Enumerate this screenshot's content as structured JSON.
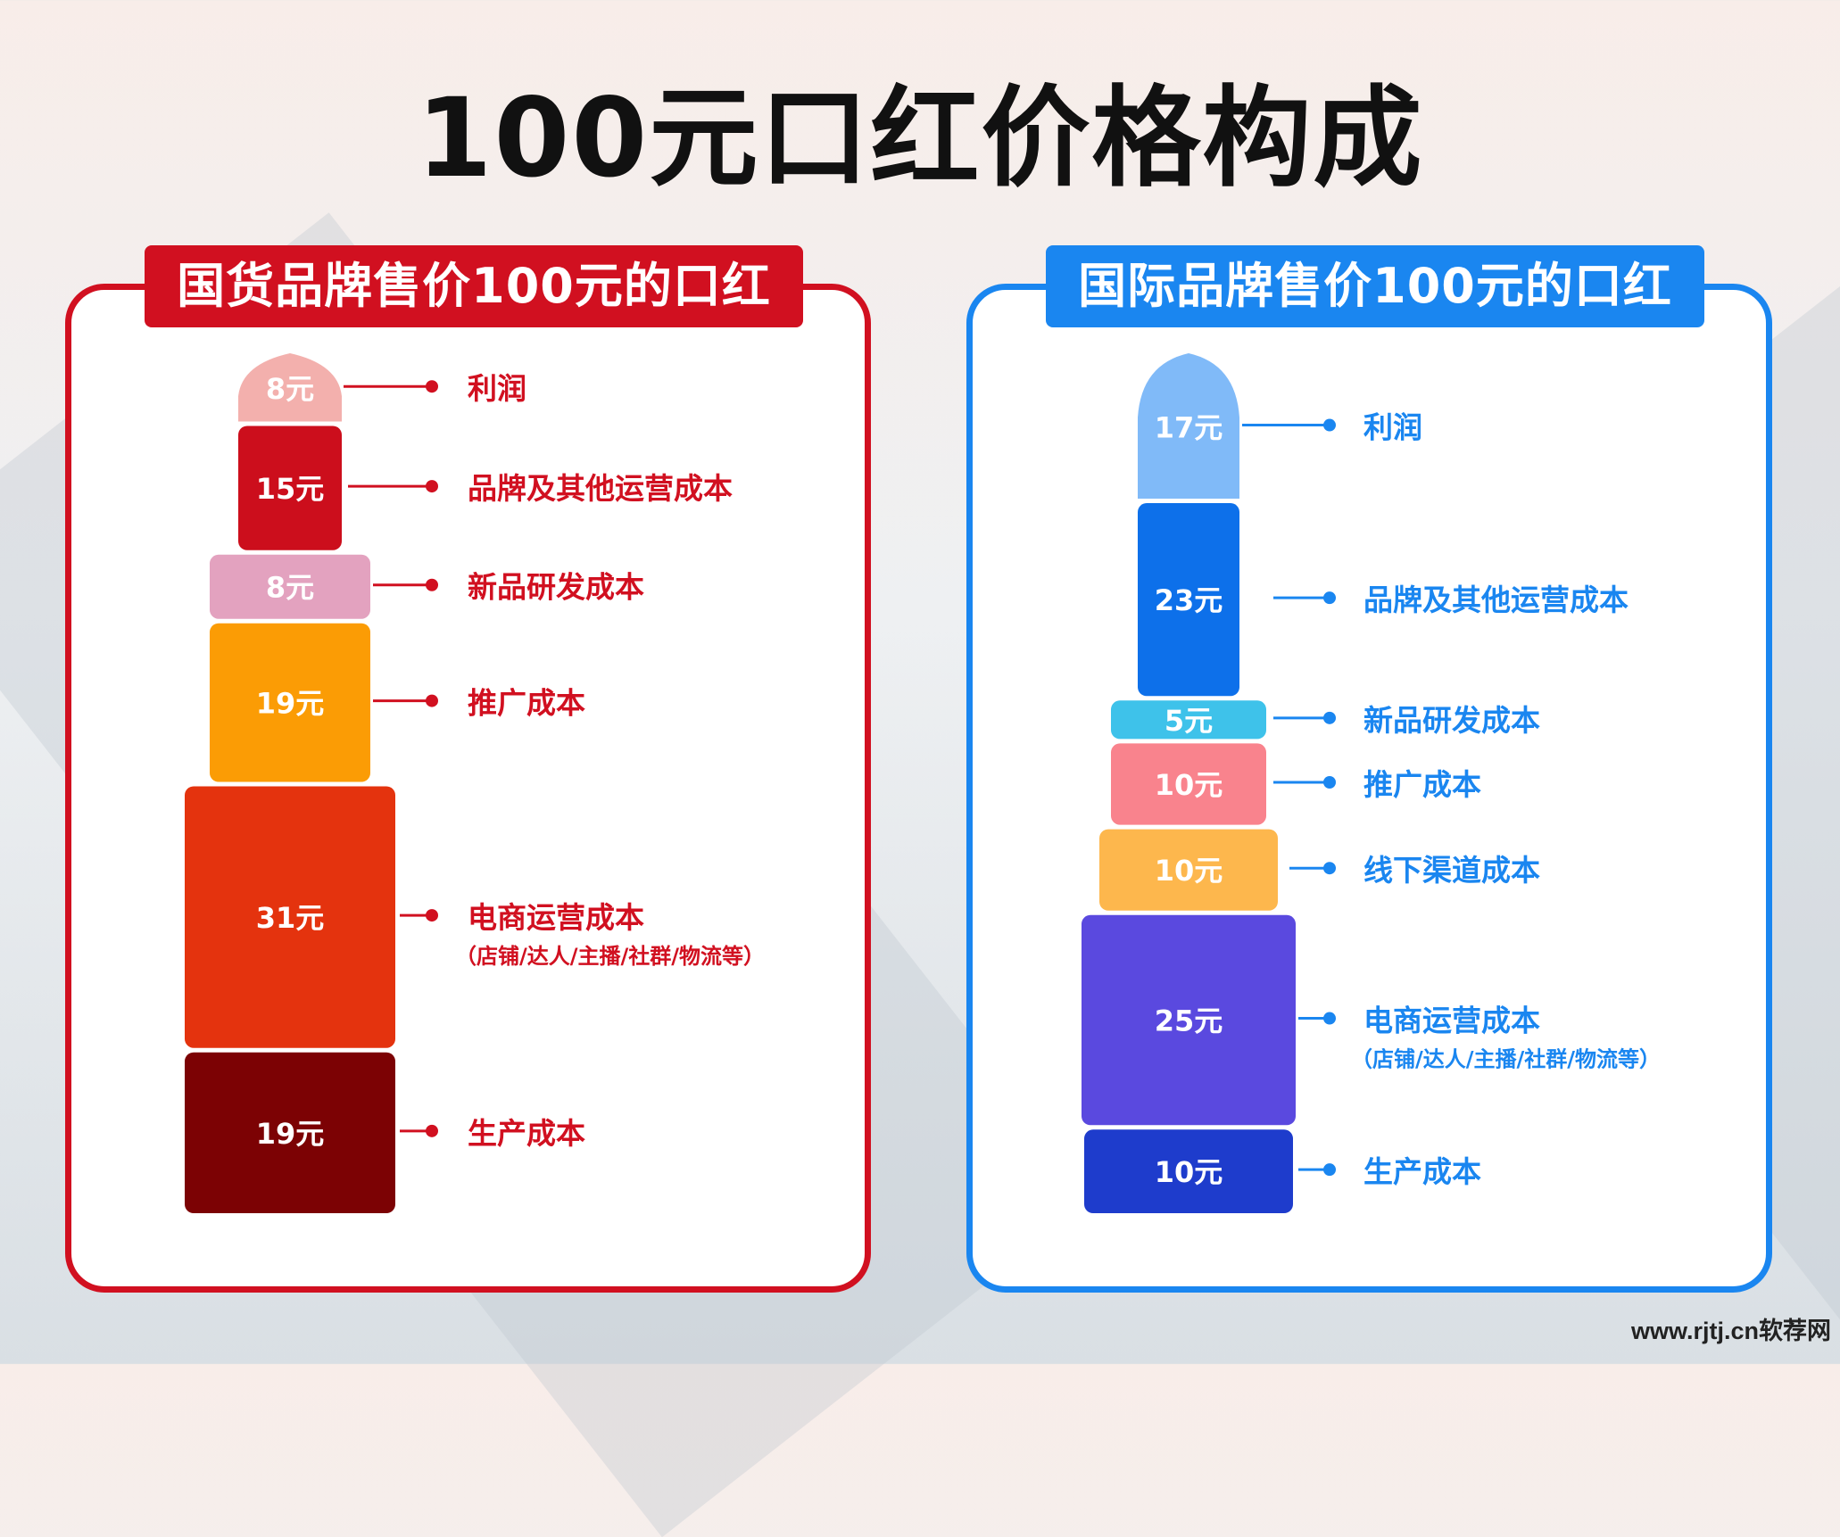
{
  "title": "100元口红价格构成",
  "watermark": "www.rjtj.cn软荐网",
  "chart_data": [
    {
      "type": "stacked-bar",
      "title": "国货品牌售价100元的口红",
      "total": 100,
      "unit": "元",
      "accent": "#d11020",
      "segments": [
        {
          "label": "利润",
          "value": 8,
          "value_text": "8元",
          "color": "#f3b0ad"
        },
        {
          "label": "品牌及其他运营成本",
          "value": 15,
          "value_text": "15元",
          "color": "#cc0e1c"
        },
        {
          "label": "新品研发成本",
          "value": 8,
          "value_text": "8元",
          "color": "#e3a2bf"
        },
        {
          "label": "推广成本",
          "value": 19,
          "value_text": "19元",
          "color": "#fb9c05"
        },
        {
          "label": "电商运营成本",
          "sublabel": "（店铺/达人/主播/社群/物流等）",
          "value": 31,
          "value_text": "31元",
          "color": "#e4330e"
        },
        {
          "label": "生产成本",
          "value": 19,
          "value_text": "19元",
          "color": "#7c0204"
        }
      ]
    },
    {
      "type": "stacked-bar",
      "title": "国际品牌售价100元的口红",
      "total": 100,
      "unit": "元",
      "accent": "#1a86f0",
      "segments": [
        {
          "label": "利润",
          "value": 17,
          "value_text": "17元",
          "color": "#80baf8"
        },
        {
          "label": "品牌及其他运营成本",
          "value": 23,
          "value_text": "23元",
          "color": "#0d70ea"
        },
        {
          "label": "新品研发成本",
          "value": 5,
          "value_text": "5元",
          "color": "#3ec2ea"
        },
        {
          "label": "推广成本",
          "value": 10,
          "value_text": "10元",
          "color": "#f9838d"
        },
        {
          "label": "线下渠道成本",
          "value": 10,
          "value_text": "10元",
          "color": "#fdb74d"
        },
        {
          "label": "电商运营成本",
          "sublabel": "（店铺/达人/主播/社群/物流等）",
          "value": 25,
          "value_text": "25元",
          "color": "#5a49df"
        },
        {
          "label": "生产成本",
          "value": 10,
          "value_text": "10元",
          "color": "#1e3ccc"
        }
      ]
    }
  ]
}
